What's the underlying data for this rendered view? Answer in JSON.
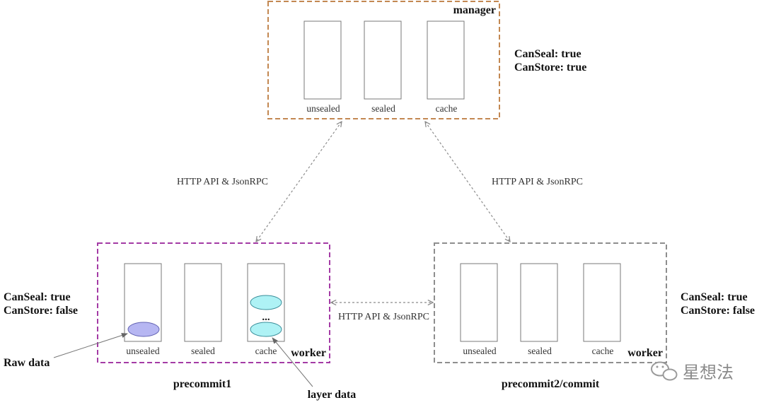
{
  "manager": {
    "label": "manager",
    "bins": [
      "unsealed",
      "sealed",
      "cache"
    ],
    "capabilities": [
      "CanSeal: true",
      "CanStore: true"
    ],
    "border_color": "#C38852"
  },
  "worker_precommit1": {
    "label": "worker",
    "caption": "precommit1",
    "bins": [
      "unsealed",
      "sealed",
      "cache"
    ],
    "capabilities": [
      "CanSeal: true",
      "CanStore: false"
    ],
    "border_color": "#A43BA5",
    "raw_data_color": "#B6B6F2",
    "layer_data_color": "#AEF2F5",
    "ellipsis": "..."
  },
  "worker_precommit2": {
    "label": "worker",
    "caption": "precommit2/commit",
    "bins": [
      "unsealed",
      "sealed",
      "cache"
    ],
    "capabilities": [
      "CanSeal: true",
      "CanStore: false"
    ],
    "border_color": "#8E8E8E"
  },
  "connections": {
    "manager_precommit1": {
      "label": "HTTP API & JsonRPC"
    },
    "manager_precommit2": {
      "label": "HTTP API & JsonRPC"
    },
    "precommit1_precommit2": {
      "label": "HTTP API & JsonRPC"
    }
  },
  "annotations": {
    "raw_data": "Raw data",
    "layer_data": "layer data"
  },
  "watermark": {
    "text": "星想法",
    "icon": "wechat-icon"
  }
}
